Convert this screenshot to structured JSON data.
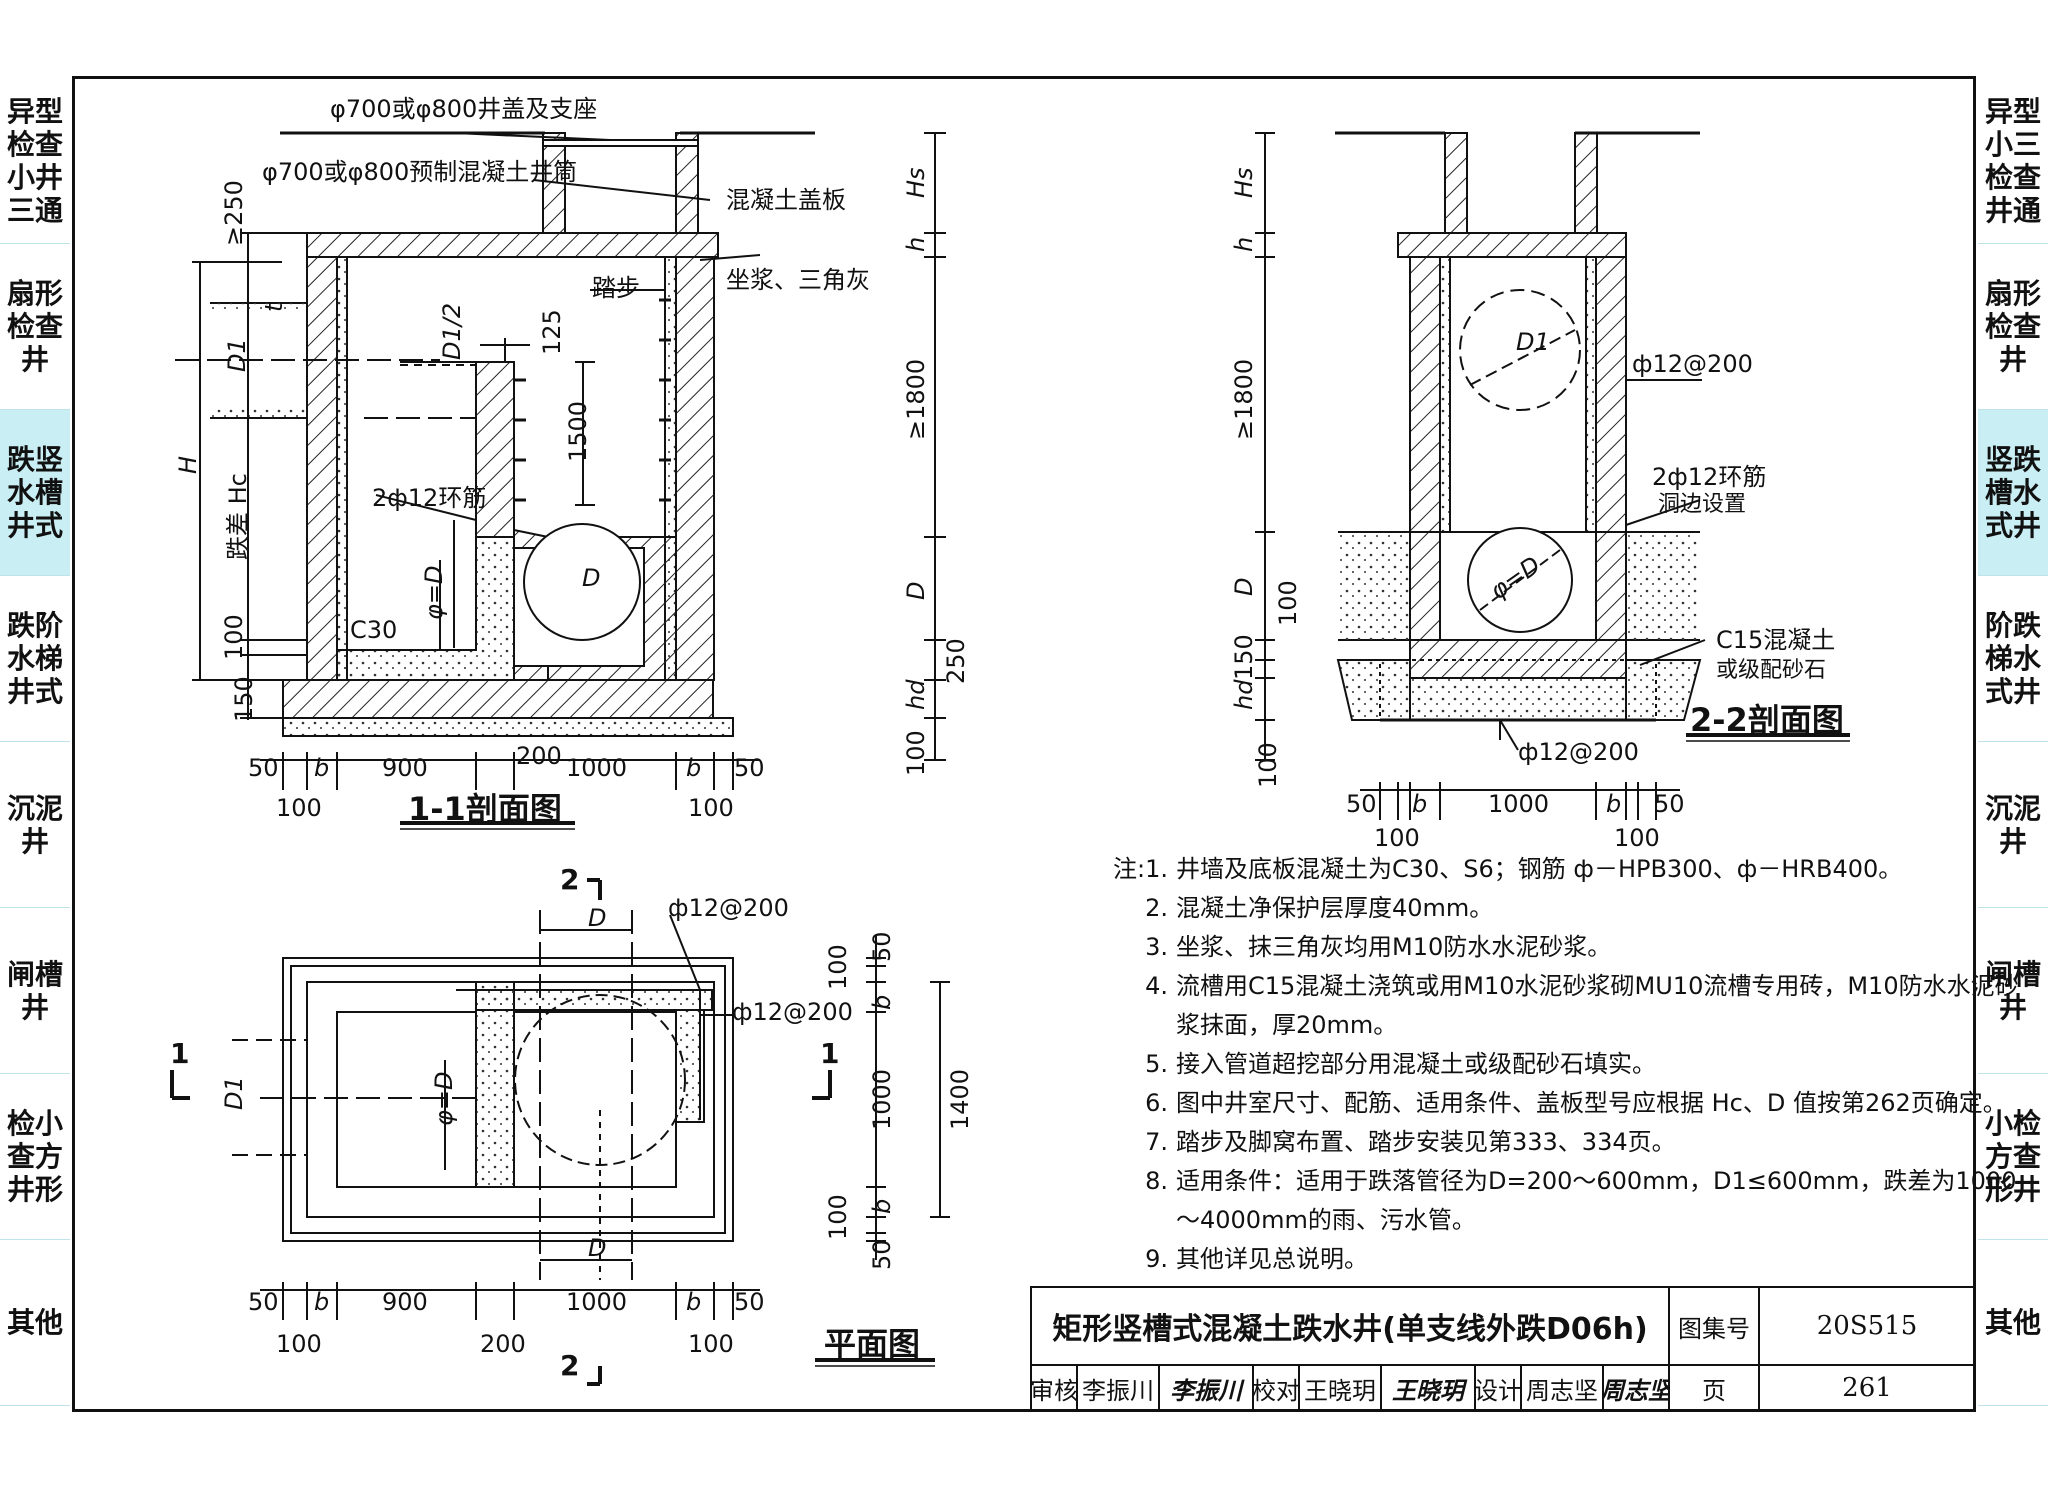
{
  "sidebar_left": [
    {
      "label": "异型检查小井三通",
      "active": false
    },
    {
      "label": "扇形检查井",
      "active": false
    },
    {
      "label": "跌竖水槽井式",
      "active": true
    },
    {
      "label": "跌阶水梯井式",
      "active": false
    },
    {
      "label": "沉泥井",
      "active": false
    },
    {
      "label": "闸槽井",
      "active": false
    },
    {
      "label": "检小查方井形",
      "active": false
    },
    {
      "label": "其他",
      "active": false
    }
  ],
  "sidebar_right": [
    {
      "label": "异型小三检查井通",
      "active": false
    },
    {
      "label": "扇形检查井",
      "active": false
    },
    {
      "label": "竖跌槽水式井",
      "active": true
    },
    {
      "label": "阶跌梯水式井",
      "active": false
    },
    {
      "label": "沉泥井",
      "active": false
    },
    {
      "label": "闸槽井",
      "active": false
    },
    {
      "label": "小检方查形井",
      "active": false
    },
    {
      "label": "其他",
      "active": false
    }
  ],
  "section11": {
    "title": "1-1剖面图",
    "cover_label": "φ700或φ800井盖及支座",
    "riser_label": "φ700或φ800预制混凝土井筒",
    "slab_label": "混凝土盖板",
    "mortar_label": "坐浆、三角灰",
    "step_label": "踏步",
    "ring_rebar": "2ф12环筋",
    "concrete_grade": "C30",
    "pipe_label": "D",
    "outlet_label": "φ=D",
    "inlet_label": "D1",
    "half_inlet": "D1/2",
    "drop_label": "跌差 Hc",
    "height_label": "H",
    "dims_vertical": {
      "top": "≥250",
      "t": "t",
      "d125": "125",
      "d1500": "1500",
      "d100": "100",
      "d150": "150",
      "hs": "Hs",
      "h": "h",
      "d1800": "≥1800",
      "D": "D",
      "d250": "250",
      "hd": "hd",
      "d100b": "100"
    },
    "dims_horizontal": {
      "a50": "50",
      "b1": "b",
      "w900": "900",
      "w200": "200",
      "w1000": "1000",
      "b2": "b",
      "a50r": "50",
      "a100": "100",
      "a100r": "100"
    }
  },
  "section22": {
    "title": "2-2剖面图",
    "rebar_label": "ф12@200",
    "ring_rebar": "2ф12环筋",
    "ring_note": "洞边设置",
    "base_label": "C15混凝土",
    "base_note": "或级配砂石",
    "bottom_rebar": "ф12@200",
    "pipe_label": "φ=D",
    "inlet_label": "D1",
    "dims_vertical": {
      "hs": "Hs",
      "h": "h",
      "d1800": "≥1800",
      "D": "D",
      "d100": "100",
      "d150": "150",
      "hd": "hd",
      "d100b": "100"
    },
    "dims_horizontal": {
      "a50": "50",
      "b1": "b",
      "w1000": "1000",
      "b2": "b",
      "a50r": "50",
      "a100": "100",
      "a100r": "100"
    }
  },
  "plan": {
    "title": "平面图",
    "cut_top": "2",
    "cut_bottom": "2",
    "cut_left": "1",
    "cut_right": "1",
    "rebar_top": "ф12@200",
    "rebar_right": "ф12@200",
    "pipe_top": "D",
    "pipe_bottom": "D",
    "outlet": "φ=D",
    "inlet": "D1",
    "dims_vertical": {
      "a50": "50",
      "a100": "100",
      "b1": "b",
      "w1000": "1000",
      "w1400": "1400",
      "b2": "b",
      "a100b": "100",
      "a50b": "50"
    },
    "dims_horizontal": {
      "a50": "50",
      "b1": "b",
      "w900": "900",
      "w1000": "1000",
      "b2": "b",
      "a50r": "50",
      "a100": "100",
      "w200": "200",
      "a100r": "100"
    }
  },
  "notes": [
    {
      "num": "注:1.",
      "text": "井墙及底板混凝土为C30、S6；钢筋 ф－HPB300、ф－HRB400。"
    },
    {
      "num": "2.",
      "text": "混凝土净保护层厚度40mm。"
    },
    {
      "num": "3.",
      "text": "坐浆、抹三角灰均用M10防水水泥砂浆。"
    },
    {
      "num": "4.",
      "text": "流槽用C15混凝土浇筑或用M10水泥砂浆砌MU10流槽专用砖，M10防水水泥砂"
    },
    {
      "num": "",
      "text": "浆抹面，厚20mm。"
    },
    {
      "num": "5.",
      "text": "接入管道超挖部分用混凝土或级配砂石填实。"
    },
    {
      "num": "6.",
      "text": "图中井室尺寸、配筋、适用条件、盖板型号应根据 Hc、D 值按第262页确定。"
    },
    {
      "num": "7.",
      "text": "踏步及脚窝布置、踏步安装见第333、334页。"
    },
    {
      "num": "8.",
      "text": "适用条件：适用于跌落管径为D=200～600mm，D1≤600mm，跌差为1000"
    },
    {
      "num": "",
      "text": "～4000mm的雨、污水管。"
    },
    {
      "num": "9.",
      "text": "其他详见总说明。"
    }
  ],
  "title_block": {
    "title": "矩形竖槽式混凝土跌水井(单支线外跌D06h)",
    "atlas_label": "图集号",
    "atlas_no": "20S515",
    "page_label": "页",
    "page_no": "261",
    "review_label": "审核",
    "reviewer": "李振川",
    "reviewer_sig": "李振川",
    "check_label": "校对",
    "checker": "王晓玥",
    "checker_sig": "王晓玥",
    "design_label": "设计",
    "designer": "周志坚",
    "designer_sig": "周志坚"
  }
}
